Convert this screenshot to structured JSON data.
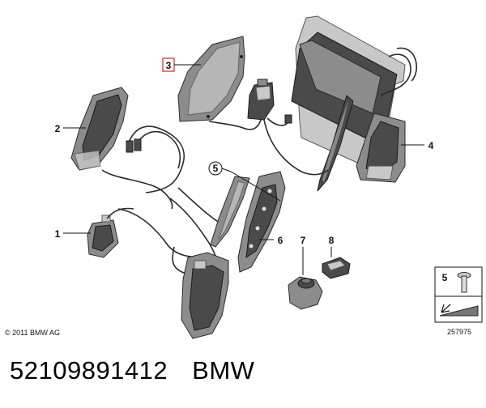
{
  "diagram": {
    "callouts": [
      {
        "id": "callout-3",
        "label": "3",
        "boxed": true
      },
      {
        "id": "callout-2",
        "label": "2"
      },
      {
        "id": "callout-5",
        "label": "5",
        "circled": true
      },
      {
        "id": "callout-4",
        "label": "4"
      },
      {
        "id": "callout-1",
        "label": "1"
      },
      {
        "id": "callout-6",
        "label": "6"
      },
      {
        "id": "callout-7",
        "label": "7"
      },
      {
        "id": "callout-8",
        "label": "8"
      }
    ],
    "legend_label": "5",
    "copyright": "© 2011 BMW AG",
    "diagram_number": "257975"
  },
  "caption": {
    "part_number": "52109891412",
    "brand": "BMW"
  },
  "colors": {
    "highlight_box": "#e0504f",
    "part_dark": "#4a4a4a",
    "part_light": "#c8c8c8"
  }
}
